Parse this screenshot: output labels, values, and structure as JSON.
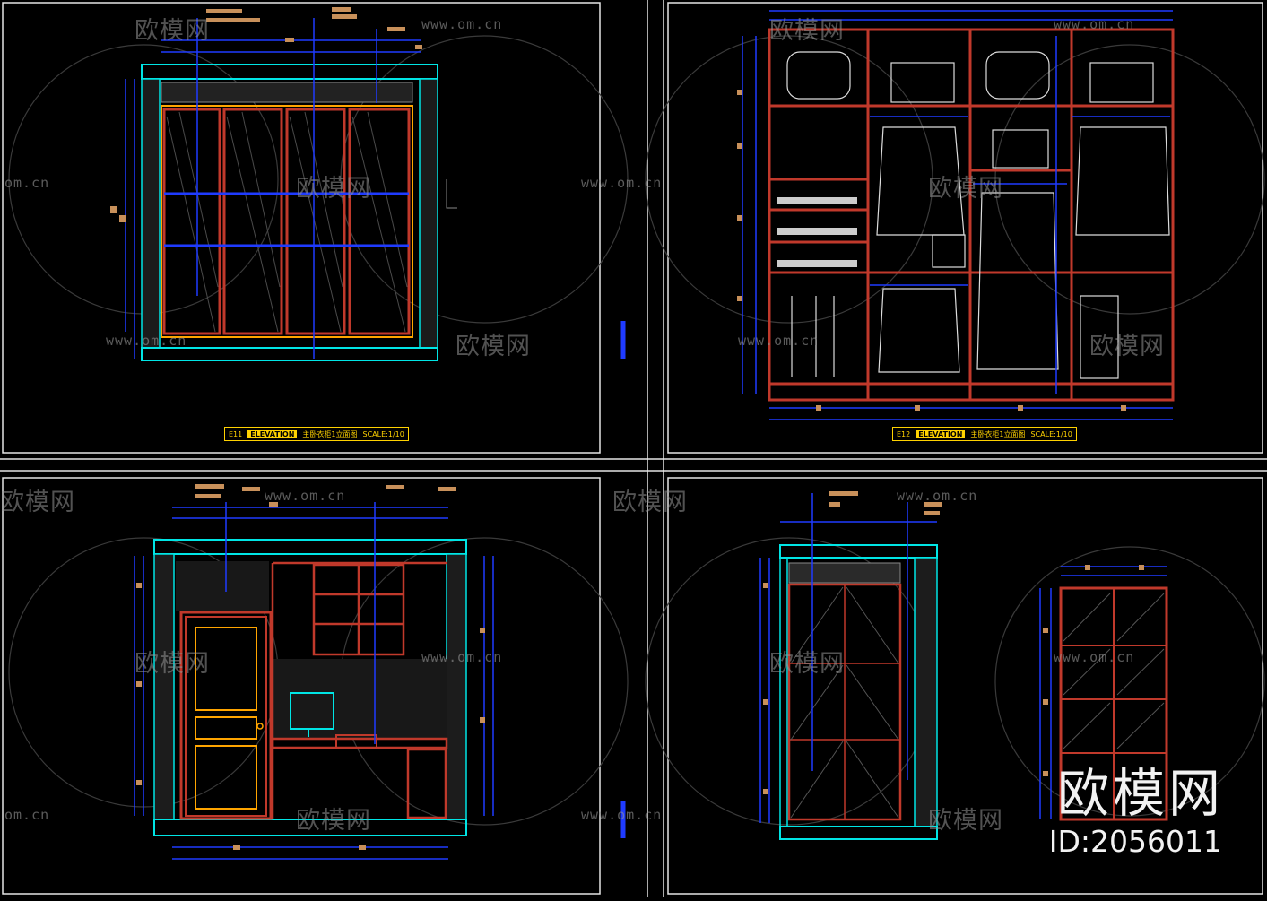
{
  "watermark": {
    "brand": "欧模网",
    "url": "www.om.cn",
    "url_partial": "om.cn",
    "id_text": "ID:2056011"
  },
  "views": [
    {
      "tag": "E11",
      "title": "ELEVATION",
      "desc": "主卧衣柜1立面图",
      "scale": "SCALE:1/10"
    },
    {
      "tag": "E12",
      "title": "ELEVATION",
      "desc": "主卧衣柜1立面图",
      "scale": "SCALE:1/10"
    }
  ],
  "colors": {
    "background": "#000000",
    "frame": "#e6e6e6",
    "wall": "#00e5e5",
    "cabinet": "#c0392b",
    "door": "#ffa500",
    "dimension": "#1f3bff",
    "dim_text": "#c8905a",
    "watermark": "#8a8a8a"
  }
}
